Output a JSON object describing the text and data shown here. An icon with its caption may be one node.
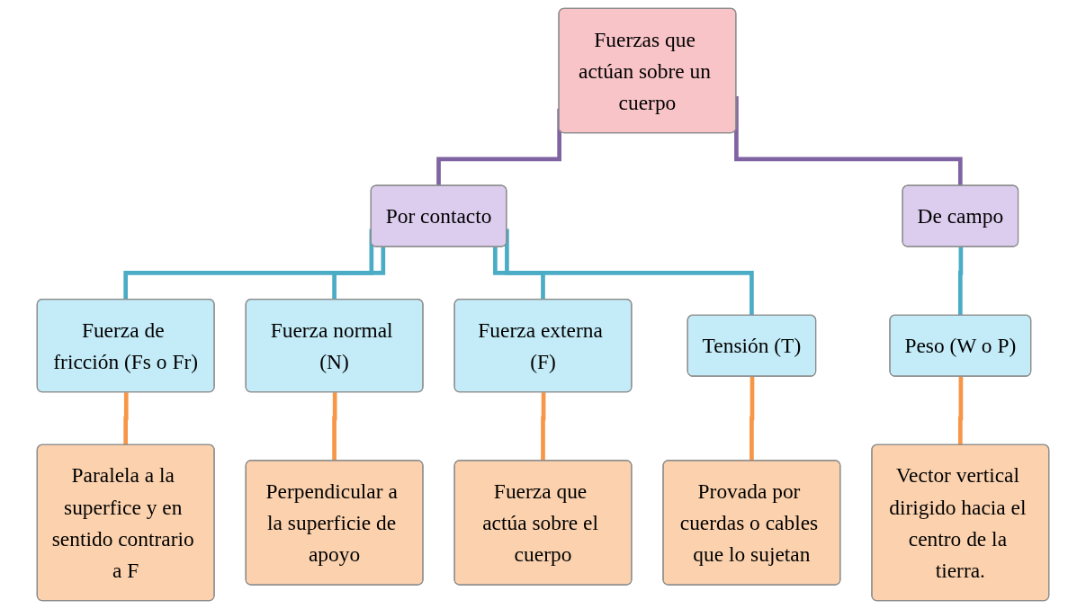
{
  "diagram": {
    "nodes": [
      {
        "text": [
          "Fuerzas que actúan sobre un cuerpo"
        ]
      },
      {
        "text": [
          "Por contacto"
        ]
      },
      {
        "text": [
          "De campo"
        ]
      },
      {
        "text": [
          "Fuerza de fricción (Fs o Fr)"
        ]
      },
      {
        "text": [
          "Fuerza normal (N)"
        ]
      },
      {
        "text": [
          "Fuerza externa (F)"
        ]
      },
      {
        "text": [
          "Tensión (T)"
        ]
      },
      {
        "text": [
          "Peso (W o P)"
        ]
      },
      {
        "text": [
          "Paralela a la superfice y en sentido contrario a F"
        ]
      },
      {
        "text": [
          "Perpendicular a la superficie de apoyo"
        ]
      },
      {
        "text": [
          "Fuerza que actúa sobre el cuerpo"
        ]
      },
      {
        "text": [
          "Provada por cuerdas o cables que lo sujetan"
        ]
      },
      {
        "text": [
          "Vector vertical dirigido hacia el centro de la tierra."
        ]
      }
    ],
    "edges": [
      {
        "from": 0,
        "to": 1,
        "arrow": "none",
        "color": "#8064a2"
      },
      {
        "from": 0,
        "to": 2,
        "arrow": "none",
        "color": "#8064a2"
      },
      {
        "from": 1,
        "to": 3,
        "arrow": "none",
        "color": "#4bacc6"
      },
      {
        "from": 1,
        "to": 4,
        "arrow": "none",
        "color": "#4bacc6"
      },
      {
        "from": 1,
        "to": 5,
        "arrow": "none",
        "color": "#4bacc6"
      },
      {
        "from": 1,
        "to": 6,
        "arrow": "none",
        "color": "#4bacc6"
      },
      {
        "from": 2,
        "to": 7,
        "arrow": "none",
        "color": "#4bacc6"
      },
      {
        "from": 3,
        "to": 8,
        "arrow": "none",
        "color": "#f79646"
      },
      {
        "from": 4,
        "to": 9,
        "arrow": "none",
        "color": "#f79646"
      },
      {
        "from": 5,
        "to": 10,
        "arrow": "none",
        "color": "#f79646"
      },
      {
        "from": 6,
        "to": 11,
        "arrow": "none",
        "color": "#f79646"
      },
      {
        "from": 7,
        "to": 12,
        "arrow": "none",
        "color": "#f79646"
      }
    ]
  }
}
